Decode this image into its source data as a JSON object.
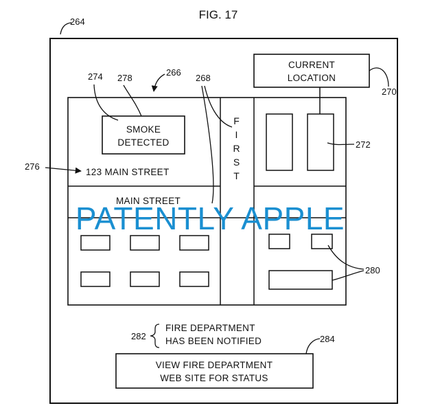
{
  "figure": {
    "title": "FIG. 17"
  },
  "refs": {
    "frame": "264",
    "screen": "266",
    "roads": "268",
    "callout": "270",
    "location_marker": "272",
    "alert_box": "274",
    "address_label": "276",
    "alert_building": "278",
    "other_buildings": "280",
    "notification": "282",
    "status_button": "284"
  },
  "map": {
    "alert": {
      "line1": "SMOKE",
      "line2": "DETECTED"
    },
    "address": "123 MAIN STREET",
    "horizontal_street": "MAIN STREET",
    "vertical_street": [
      "F",
      "I",
      "R",
      "S",
      "T"
    ],
    "callout": {
      "line1": "CURRENT",
      "line2": "LOCATION"
    }
  },
  "notification": {
    "line1": "FIRE DEPARTMENT",
    "line2": "HAS BEEN NOTIFIED"
  },
  "button": {
    "line1": "VIEW FIRE DEPARTMENT",
    "line2": "WEB SITE FOR STATUS"
  },
  "watermark": {
    "text": "PATENTLY APPLE",
    "color": "#1a8fd1"
  }
}
